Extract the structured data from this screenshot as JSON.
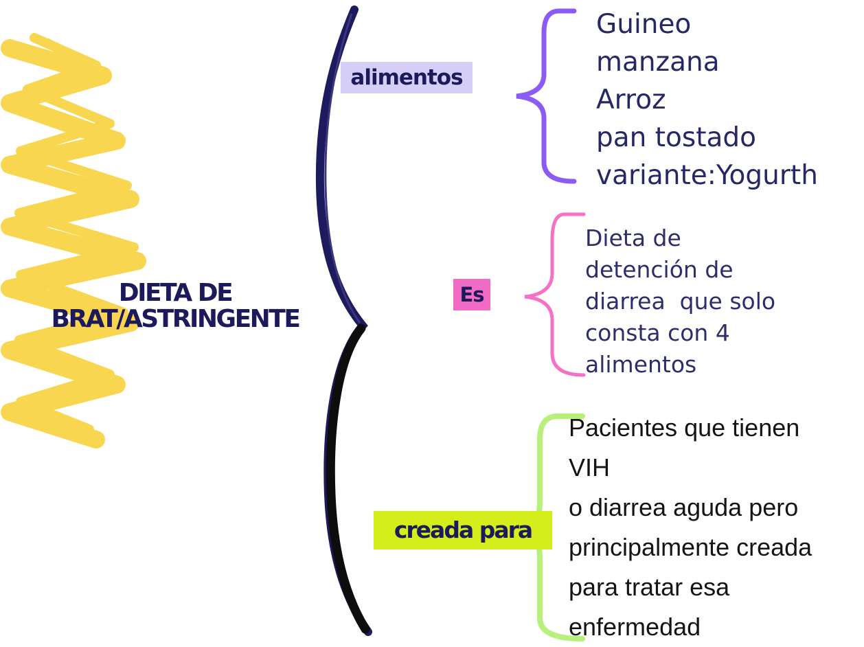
{
  "central_topic": {
    "line1": "DIETA DE",
    "line2": "BRAT/ASTRINGENTE"
  },
  "branches": [
    {
      "label": "alimentos",
      "label_bg": "#d5cff7",
      "bracket_color": "#8a5cf5",
      "items": [
        "Guineo",
        "manzana",
        "Arroz",
        "pan tostado",
        "variante:Yogurth"
      ]
    },
    {
      "label": "Es",
      "label_bg": "#f26cc6",
      "bracket_color": "#f571c8",
      "lines": [
        "Dieta de",
        "detención de",
        "diarrea  que solo",
        "consta con 4",
        "alimentos"
      ]
    },
    {
      "label": "creada para",
      "label_bg": "#d3ee1a",
      "bracket_color": "#b7f07a",
      "lines": [
        "Pacientes que tienen",
        "VIH",
        "o diarrea aguda pero",
        "principalmente creada",
        "para tratar esa",
        "enfermedad"
      ]
    }
  ],
  "colors": {
    "decoration_yellow": "#f9d446",
    "main_bracket_top": "#1d1a5e",
    "main_bracket_bottom": "#0d0d0d",
    "title_text": "#1c1a5a"
  }
}
